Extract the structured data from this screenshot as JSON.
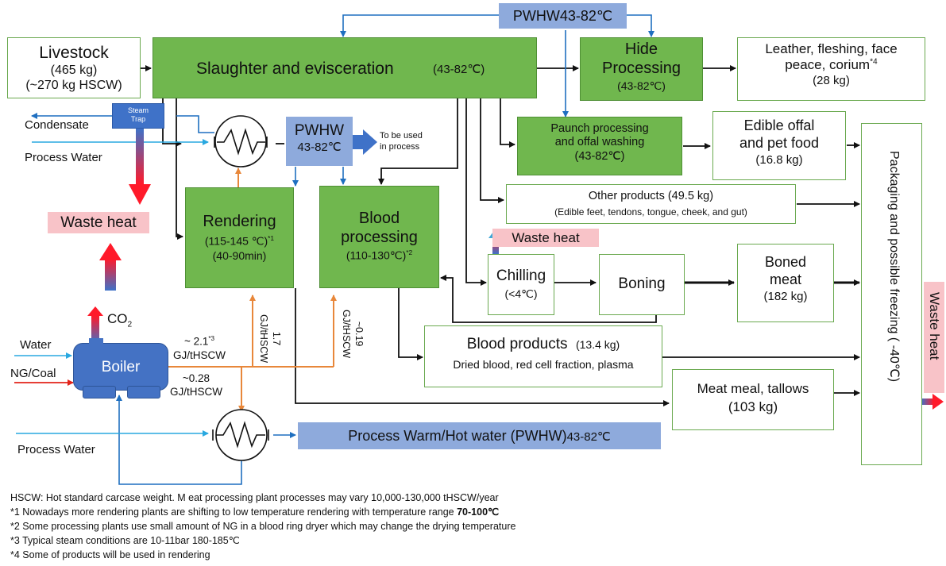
{
  "nodes": {
    "livestock": {
      "title": "Livestock",
      "line2": "(465 kg)",
      "line3": "(~270 kg HSCW)"
    },
    "slaughter": {
      "title": "Slaughter and evisceration",
      "temp": "(43-82℃)"
    },
    "pwhw_top": {
      "label": "PWHW43-82℃"
    },
    "hide": {
      "title1": "Hide",
      "title2": "Processing",
      "temp": "(43-82℃)"
    },
    "leather": {
      "line1": "Leather, fleshing, face",
      "line2": "peace, corium",
      "sup": "*4",
      "line3": "(28 kg)"
    },
    "steam_trap": {
      "line1": "Steam",
      "line2": "Trap"
    },
    "condensate": {
      "label": "Condensate"
    },
    "process_water_top": {
      "label": "Process Water"
    },
    "pwhw_mid": {
      "line1": "PWHW",
      "line2": "43-82℃"
    },
    "to_be_used": {
      "line1": "To be used",
      "line2": "in process"
    },
    "paunch": {
      "line1": "Paunch processing",
      "line2": "and offal washing",
      "temp": "(43-82℃)"
    },
    "edible_offal": {
      "line1": "Edible offal",
      "line2": "and pet food",
      "line3": "(16.8 kg)"
    },
    "packaging": {
      "label": "Packaging and possible freezing ( -40℃)"
    },
    "other_products": {
      "line1": "Other products (49.5 kg)",
      "line2": "(Edible feet, tendons, tongue, cheek, and gut)"
    },
    "waste_heat_left": {
      "label": "Waste heat"
    },
    "rendering": {
      "title": "Rendering",
      "temp": "(115-145 ℃)",
      "sup": "*1",
      "time": "(40-90min)"
    },
    "blood_processing": {
      "title1": "Blood",
      "title2": "processing",
      "temp": "(110-130℃)",
      "sup": "*2"
    },
    "waste_heat_mid": {
      "label": "Waste heat"
    },
    "chilling": {
      "title": "Chilling",
      "temp": "(<4℃)"
    },
    "boning": {
      "title": "Boning"
    },
    "boned_meat": {
      "line1": "Boned",
      "line2": "meat",
      "line3": "(182 kg)"
    },
    "waste_heat_right": {
      "label": "Waste heat"
    },
    "co2": {
      "label": "CO",
      "sub": "2"
    },
    "water": {
      "label": "Water"
    },
    "ng_coal": {
      "label": "NG/Coal"
    },
    "boiler": {
      "label": "Boiler"
    },
    "steam_21": {
      "line1": "~ 2.1",
      "sup": "*3",
      "line2": "GJ/tHSCW"
    },
    "steam_028": {
      "line1": "~0.28",
      "line2": "GJ/tHSCW"
    },
    "steam_17": {
      "line1": "1.7",
      "line2": "GJ/tHSCW"
    },
    "steam_019": {
      "line1": "~0.19",
      "line2": "GJ/tHSCW"
    },
    "blood_products": {
      "title": "Blood products",
      "qty": "(13.4 kg)",
      "line2": "Dried blood, red cell fraction, plasma"
    },
    "meat_meal": {
      "line1": "Meat meal, tallows",
      "line2": "(103 kg)"
    },
    "pwhw_bottom": {
      "label": "Process Warm/Hot water (PWHW)",
      "temp": "43-82℃"
    },
    "process_water_bottom": {
      "label": "Process Water"
    }
  },
  "notes": [
    "HSCW: Hot standard carcase weight. M eat processing plant processes may vary 10,000-130,000 tHSCW/year",
    "*1 Nowadays more rendering plants are shifting to low temperature rendering with temperature range ",
    "70-100℃",
    "*2 Some processing plants use small amount of NG in a blood ring dryer which may change the drying temperature",
    "*3 Typical steam conditions are 10-11bar 180-185℃",
    "*4 Some of products will be used in rendering"
  ],
  "colors": {
    "green": "#70b74e",
    "blue": "#3f72c8",
    "light_blue": "#8eaadc",
    "pink": "#f8c3c8",
    "orange": "#e8873a",
    "black": "#111111"
  }
}
